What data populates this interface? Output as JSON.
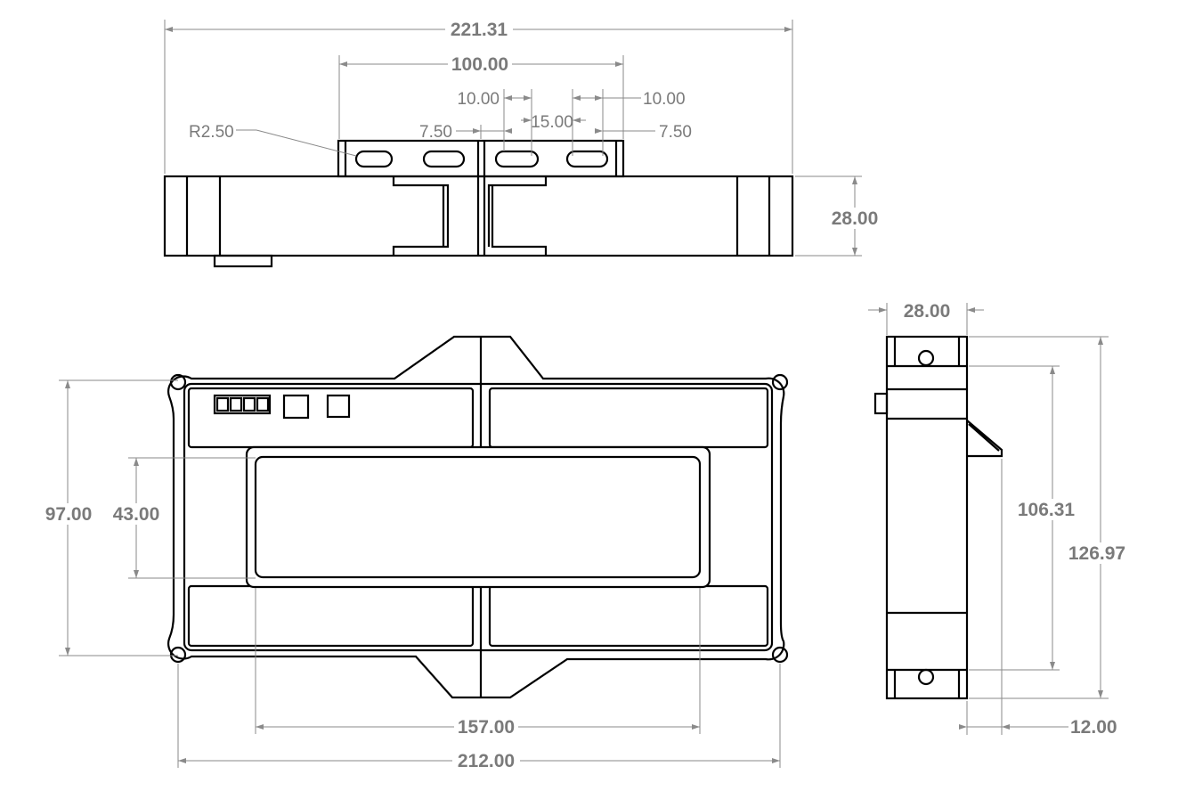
{
  "dimensions": {
    "overall_width_top": "221.31",
    "bracket_width": "100.00",
    "slot_length_left": "10.00",
    "slot_length_right": "10.00",
    "slot_spacing": "15.00",
    "offset_left": "7.50",
    "offset_right": "7.50",
    "slot_radius": "R2.50",
    "height_top": "28.00",
    "depth_side": "28.00",
    "height_front": "97.00",
    "window_height": "43.00",
    "window_width": "157.00",
    "hole_spacing": "212.00",
    "side_inner": "106.31",
    "side_outer": "126.97",
    "wedge": "12.00"
  },
  "colors": {
    "outline": "#000000",
    "dimension": "#8a8a8a"
  }
}
